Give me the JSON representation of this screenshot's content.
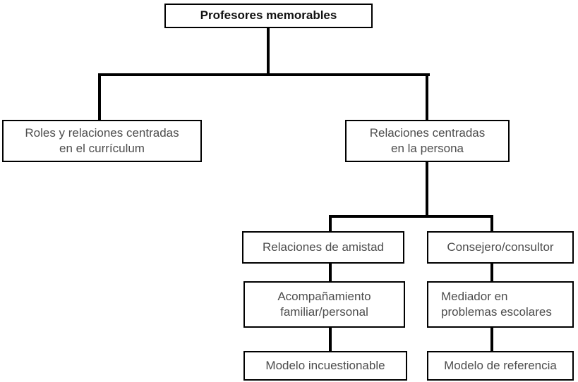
{
  "diagram": {
    "title_node": {
      "id": "profesores-memorables",
      "label": "Profesores memorables"
    },
    "level2": [
      {
        "id": "roles-curriculum",
        "label": "Roles y relaciones centradas\nen el currículum"
      },
      {
        "id": "relaciones-persona",
        "label": "Relaciones centradas\nen la persona"
      }
    ],
    "level3_left": [
      {
        "id": "relaciones-amistad",
        "label": "Relaciones de amistad"
      },
      {
        "id": "acompanamiento",
        "label": "Acompañamiento\nfamiliar/personal"
      },
      {
        "id": "modelo-incuestionable",
        "label": "Modelo incuestionable"
      }
    ],
    "level3_right": [
      {
        "id": "consejero-consultor",
        "label": "Consejero/consultor"
      },
      {
        "id": "mediador-escolares",
        "label": "Mediador en\nproblemas escolares"
      },
      {
        "id": "modelo-referencia",
        "label": "Modelo de referencia"
      }
    ],
    "colors": {
      "border": "#000000",
      "background": "#ffffff",
      "root_text": "#111111",
      "node_text": "#4d4d4d",
      "connector": "#000000"
    }
  }
}
